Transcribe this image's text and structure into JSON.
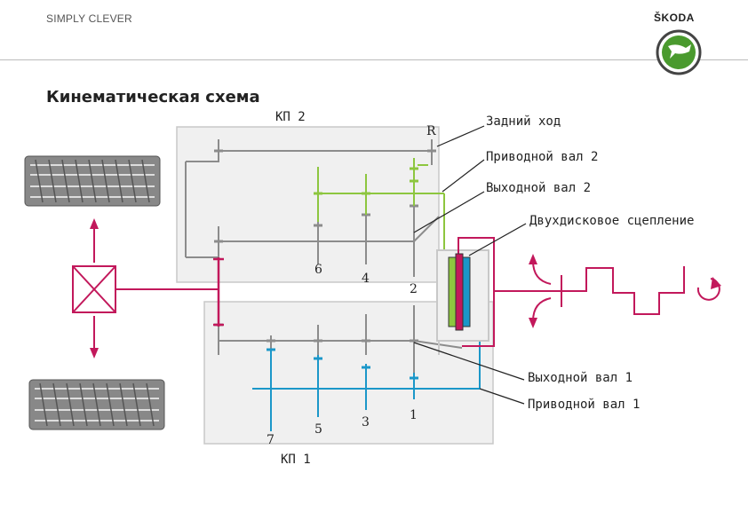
{
  "header": {
    "tagline": "SIMPLY CLEVER",
    "brand": "ŠKODA"
  },
  "title": "Кинематическая схема",
  "diagram": {
    "box_labels": {
      "kp2": "КП 2",
      "kp1": "КП 1"
    },
    "gear_labels": {
      "g1": "1",
      "g2": "2",
      "g3": "3",
      "g4": "4",
      "g5": "5",
      "g6": "6",
      "g7": "7",
      "gR": "R"
    },
    "callouts": {
      "reverse": "Задний ход",
      "input_shaft_2": "Приводной вал 2",
      "output_shaft_2": "Выходной вал 2",
      "dual_clutch": "Двухдисковое сцепление",
      "output_shaft_1": "Выходной вал 1",
      "input_shaft_1": "Приводной вал 1"
    },
    "colors": {
      "green": "#8dc63f",
      "blue": "#1b97c9",
      "magenta": "#c2185b",
      "gray": "#8c8c8c",
      "box": "#f0f0f0"
    }
  }
}
